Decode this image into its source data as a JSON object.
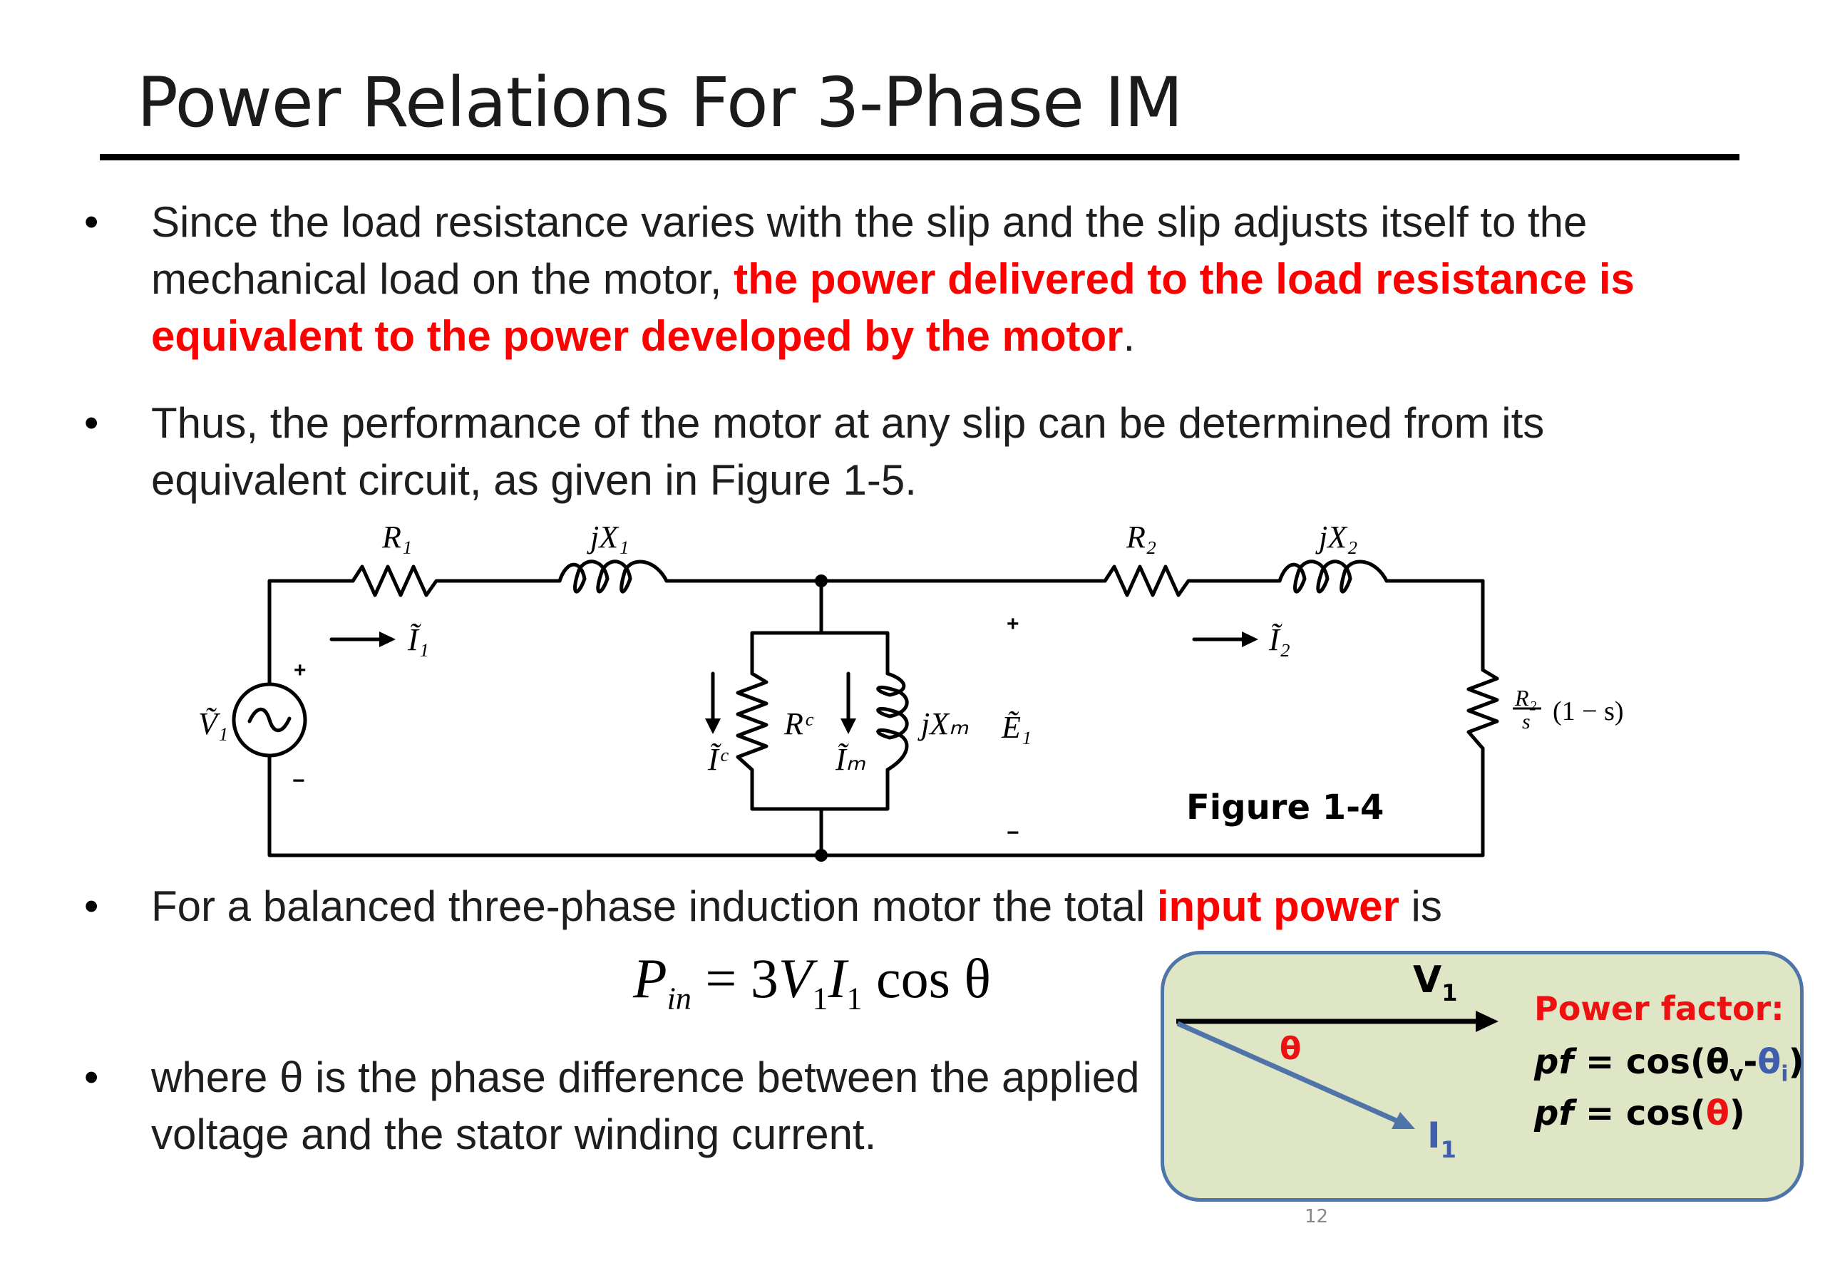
{
  "title": "Power Relations For 3-Phase IM",
  "bullets": [
    {
      "text_a": "Since the load resistance varies with the slip and the slip adjusts itself to the mechanical load on the motor, ",
      "highlight": "the power delivered to the load resistance is equivalent to the power developed by the motor",
      "text_b": "."
    },
    {
      "text": "Thus, the performance of the motor at any slip can be determined from its equivalent circuit, as given in Figure 1-5."
    },
    {
      "text_a": "For a balanced three-phase induction motor the total ",
      "highlight": "input power",
      "text_b": " is"
    },
    {
      "text": "where θ is the phase difference between the applied voltage  and the stator winding current."
    }
  ],
  "circuit": {
    "figure_label": "Figure 1-4",
    "labels": {
      "R1": "R₁",
      "jX1": "jX₁",
      "R2": "R₂",
      "jX2": "jX₂",
      "I1": "Ĩ₁",
      "I2": "Ĩ₂",
      "V1": "Ṽ₁",
      "Rc": "Rᶜ",
      "Ic": "Ĩᶜ",
      "Im": "Ĩₘ",
      "jXm": "jXₘ",
      "E1": "Ẽ₁",
      "load_num": "R₂",
      "load_den": "s",
      "load_tail": "(1 − s)",
      "plus": "+",
      "minus": "−"
    }
  },
  "equation": {
    "lhs": "P",
    "lhs_sub": "in",
    "rhs_a": "= 3",
    "V": "V",
    "V_sub": "1",
    "I": "I",
    "I_sub": "1",
    "rhs_b": " cos θ"
  },
  "phasor": {
    "V_label": "V",
    "V_sub": "1",
    "theta": "θ",
    "I_label": "I",
    "I_sub": "1",
    "pf_title": "Power  factor:",
    "pf_prefix": "pf",
    "pf_line1_a": " = cos(θ",
    "pf_line1_v": "v",
    "pf_line1_dash": "-",
    "pf_line1_theta": "θ",
    "pf_line1_i": "i",
    "pf_line1_close": ")",
    "pf_line2_a": " = cos(",
    "pf_line2_theta": "θ",
    "pf_line2_close": ")",
    "colors": {
      "box_fill": "#dfe6c6",
      "box_border": "#4f74a8",
      "arrow_I": "#4f74a8",
      "red": "#ee1111"
    }
  },
  "page_number": "12"
}
